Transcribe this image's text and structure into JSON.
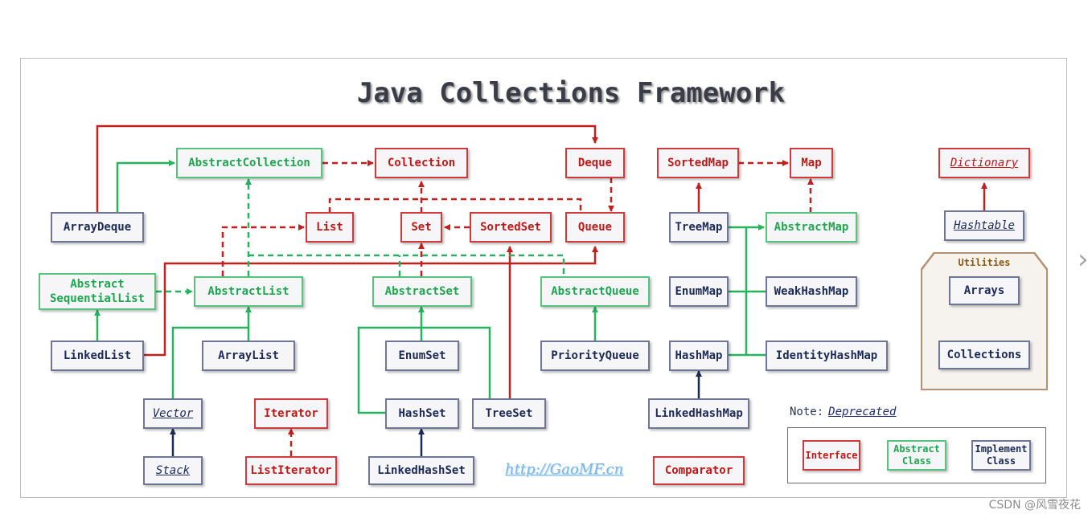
{
  "title": "Java Collections Framework",
  "colors": {
    "interface": "#cf3a3a",
    "abstract": "#55c27e",
    "implementation": "#1c2a58",
    "utilities": "#b58f72"
  },
  "nodes": {
    "abstract_collection": "AbstractCollection",
    "collection": "Collection",
    "deque": "Deque",
    "sorted_map": "SortedMap",
    "map": "Map",
    "dictionary": "Dictionary",
    "array_deque": "ArrayDeque",
    "list": "List",
    "set": "Set",
    "sorted_set": "SortedSet",
    "queue": "Queue",
    "tree_map": "TreeMap",
    "abstract_map": "AbstractMap",
    "hashtable": "Hashtable",
    "abstract_sequential_list": "Abstract\nSequentialList",
    "abstract_list": "AbstractList",
    "abstract_set": "AbstractSet",
    "abstract_queue": "AbstractQueue",
    "enum_map": "EnumMap",
    "weak_hash_map": "WeakHashMap",
    "linked_list": "LinkedList",
    "array_list": "ArrayList",
    "enum_set": "EnumSet",
    "priority_queue": "PriorityQueue",
    "hash_map": "HashMap",
    "identity_hash_map": "IdentityHashMap",
    "vector": "Vector",
    "iterator": "Iterator",
    "hash_set": "HashSet",
    "tree_set": "TreeSet",
    "linked_hash_map": "LinkedHashMap",
    "stack": "Stack",
    "list_iterator": "ListIterator",
    "linked_hash_set": "LinkedHashSet",
    "comparator": "Comparator"
  },
  "utilities": {
    "title": "Utilities",
    "arrays": "Arrays",
    "collections": "Collections"
  },
  "note": {
    "label": "Note:",
    "deprecated": "Deprecated"
  },
  "legend": {
    "interface": "Interface",
    "abstract_class": "Abstract\nClass",
    "implement_class": "Implement\nClass"
  },
  "watermark": "http://GaoMF.cn",
  "footer": "CSDN @风雪夜花"
}
